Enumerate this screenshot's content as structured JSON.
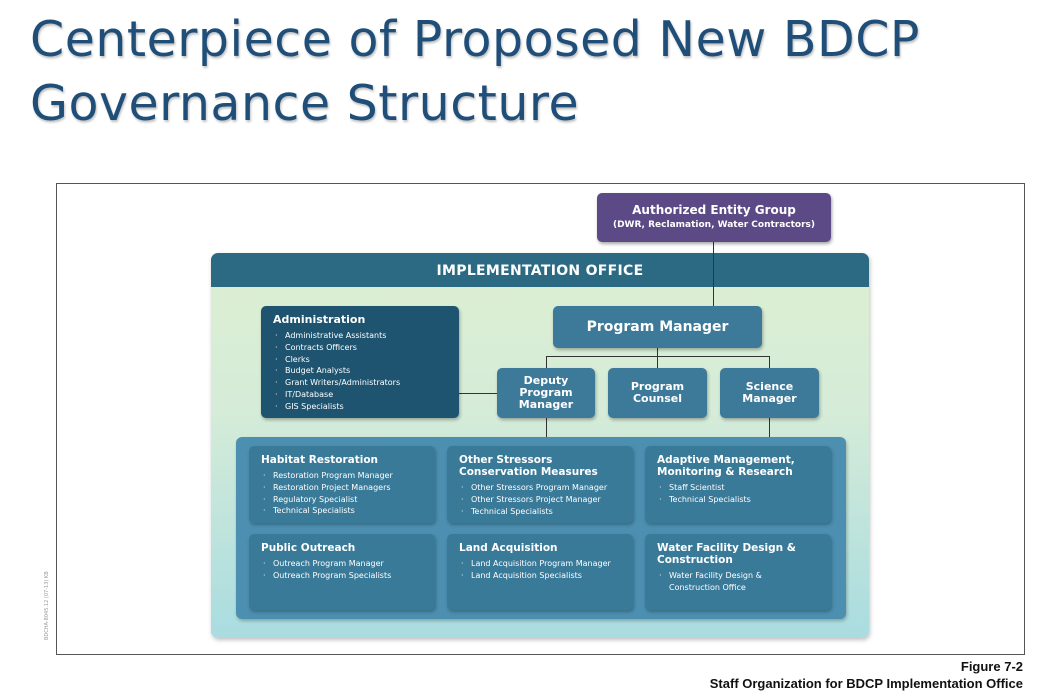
{
  "slide": {
    "title_line1": "Centerpiece of Proposed New BDCP",
    "title_line2": "Governance Structure"
  },
  "side_code": "BDCHA-8045.12 (07-13) KB",
  "entity_group": {
    "title": "Authorized Entity Group",
    "subtitle": "(DWR, Reclamation, Water Contractors)"
  },
  "office": {
    "header": "IMPLEMENTATION OFFICE"
  },
  "program_manager": "Program Manager",
  "deputy_program_manager": [
    "Deputy",
    "Program",
    "Manager"
  ],
  "program_counsel": [
    "Program",
    "Counsel"
  ],
  "science_manager": [
    "Science",
    "Manager"
  ],
  "administration": {
    "title": "Administration",
    "items": [
      "Administrative Assistants",
      "Contracts Officers",
      "Clerks",
      "Budget Analysts",
      "Grant Writers/Administrators",
      "IT/Database",
      "GIS Specialists"
    ]
  },
  "divisions": [
    {
      "title_lines": [
        "Habitat Restoration"
      ],
      "items": [
        "Restoration Program Manager",
        "Restoration Project Managers",
        "Regulatory Specialist",
        "Technical Specialists"
      ]
    },
    {
      "title_lines": [
        "Other Stressors",
        "Conservation Measures"
      ],
      "items": [
        "Other Stressors Program Manager",
        "Other Stressors Project Manager",
        "Technical Specialists"
      ]
    },
    {
      "title_lines": [
        "Adaptive Management,",
        "Monitoring & Research"
      ],
      "items": [
        "Staff Scientist",
        "Technical Specialists"
      ]
    },
    {
      "title_lines": [
        "Public Outreach"
      ],
      "items": [
        "Outreach Program Manager",
        "Outreach Program Specialists"
      ]
    },
    {
      "title_lines": [
        "Land Acquisition"
      ],
      "items": [
        "Land Acquisition Program Manager",
        "Land Acquisition Specialists"
      ]
    },
    {
      "title_lines": [
        "Water Facility Design &",
        "Construction"
      ],
      "items": [
        "Water Facility Design & Construction Office"
      ]
    }
  ],
  "caption": {
    "figure": "Figure 7-2",
    "text": "Staff Organization for BDCP Implementation Office"
  },
  "colors": {
    "title": "#1f4e79",
    "entity": "#5c4a87",
    "header": "#2c6a84",
    "box": "#3d7a99",
    "admin": "#1e5470",
    "panel": "#4c8fb0"
  }
}
